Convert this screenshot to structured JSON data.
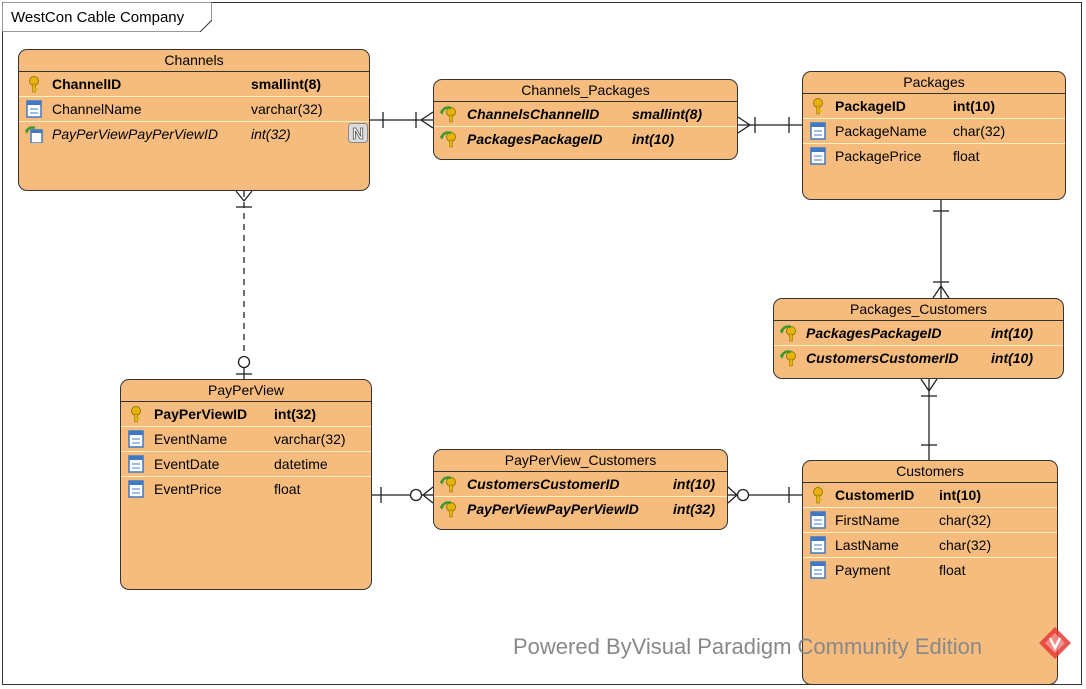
{
  "diagram_title": "WestCon Cable Company",
  "watermark": "Powered ByVisual Paradigm Community Edition",
  "entities": {
    "channels": {
      "name": "Channels",
      "columns": [
        {
          "name": "ChannelID",
          "type": "smallint(8)",
          "kind": "primary-key"
        },
        {
          "name": "ChannelName",
          "type": "varchar(32)",
          "kind": "column"
        },
        {
          "name": "PayPerViewPayPerViewID",
          "type": "int(32)",
          "kind": "foreign-key-column"
        }
      ],
      "badge": "N"
    },
    "channels_packages": {
      "name": "Channels_Packages",
      "columns": [
        {
          "name": "ChannelsChannelID",
          "type": "smallint(8)",
          "kind": "primary-foreign-key"
        },
        {
          "name": "PackagesPackageID",
          "type": "int(10)",
          "kind": "primary-foreign-key"
        }
      ]
    },
    "packages": {
      "name": "Packages",
      "columns": [
        {
          "name": "PackageID",
          "type": "int(10)",
          "kind": "primary-key"
        },
        {
          "name": "PackageName",
          "type": "char(32)",
          "kind": "column"
        },
        {
          "name": "PackagePrice",
          "type": "float",
          "kind": "column"
        }
      ]
    },
    "packages_customers": {
      "name": "Packages_Customers",
      "columns": [
        {
          "name": "PackagesPackageID",
          "type": "int(10)",
          "kind": "primary-foreign-key"
        },
        {
          "name": "CustomersCustomerID",
          "type": "int(10)",
          "kind": "primary-foreign-key"
        }
      ]
    },
    "payperview": {
      "name": "PayPerView",
      "columns": [
        {
          "name": "PayPerViewID",
          "type": "int(32)",
          "kind": "primary-key"
        },
        {
          "name": "EventName",
          "type": "varchar(32)",
          "kind": "column"
        },
        {
          "name": "EventDate",
          "type": "datetime",
          "kind": "column"
        },
        {
          "name": "EventPrice",
          "type": "float",
          "kind": "column"
        }
      ]
    },
    "payperview_customers": {
      "name": "PayPerView_Customers",
      "columns": [
        {
          "name": "CustomersCustomerID",
          "type": "int(10)",
          "kind": "primary-foreign-key"
        },
        {
          "name": "PayPerViewPayPerViewID",
          "type": "int(32)",
          "kind": "primary-foreign-key"
        }
      ]
    },
    "customers": {
      "name": "Customers",
      "columns": [
        {
          "name": "CustomerID",
          "type": "int(10)",
          "kind": "primary-key"
        },
        {
          "name": "FirstName",
          "type": "char(32)",
          "kind": "column"
        },
        {
          "name": "LastName",
          "type": "char(32)",
          "kind": "column"
        },
        {
          "name": "Payment",
          "type": "float",
          "kind": "column"
        }
      ]
    }
  },
  "relationships": [
    {
      "from": "Channels",
      "to": "Channels_Packages",
      "from_end": "one",
      "to_end": "many",
      "style": "solid"
    },
    {
      "from": "Packages",
      "to": "Channels_Packages",
      "from_end": "one",
      "to_end": "many",
      "style": "solid"
    },
    {
      "from": "Packages",
      "to": "Packages_Customers",
      "from_end": "one",
      "to_end": "many",
      "style": "solid"
    },
    {
      "from": "Customers",
      "to": "Packages_Customers",
      "from_end": "one",
      "to_end": "many",
      "style": "solid"
    },
    {
      "from": "PayPerView",
      "to": "PayPerView_Customers",
      "from_end": "one",
      "to_end": "zero-or-many",
      "style": "solid"
    },
    {
      "from": "Customers",
      "to": "PayPerView_Customers",
      "from_end": "one",
      "to_end": "zero-or-many",
      "style": "solid"
    },
    {
      "from": "PayPerView",
      "to": "Channels",
      "from_end": "zero-or-one",
      "to_end": "many",
      "style": "dashed"
    }
  ],
  "colors": {
    "entity_fill": "#f5bc7e",
    "entity_border": "#333333",
    "row_divider": "#fff3c4",
    "key_gold": "#e8b40c",
    "fk_green": "#3c9a2e",
    "column_blue": "#3f78c6",
    "watermark": "#888888"
  }
}
